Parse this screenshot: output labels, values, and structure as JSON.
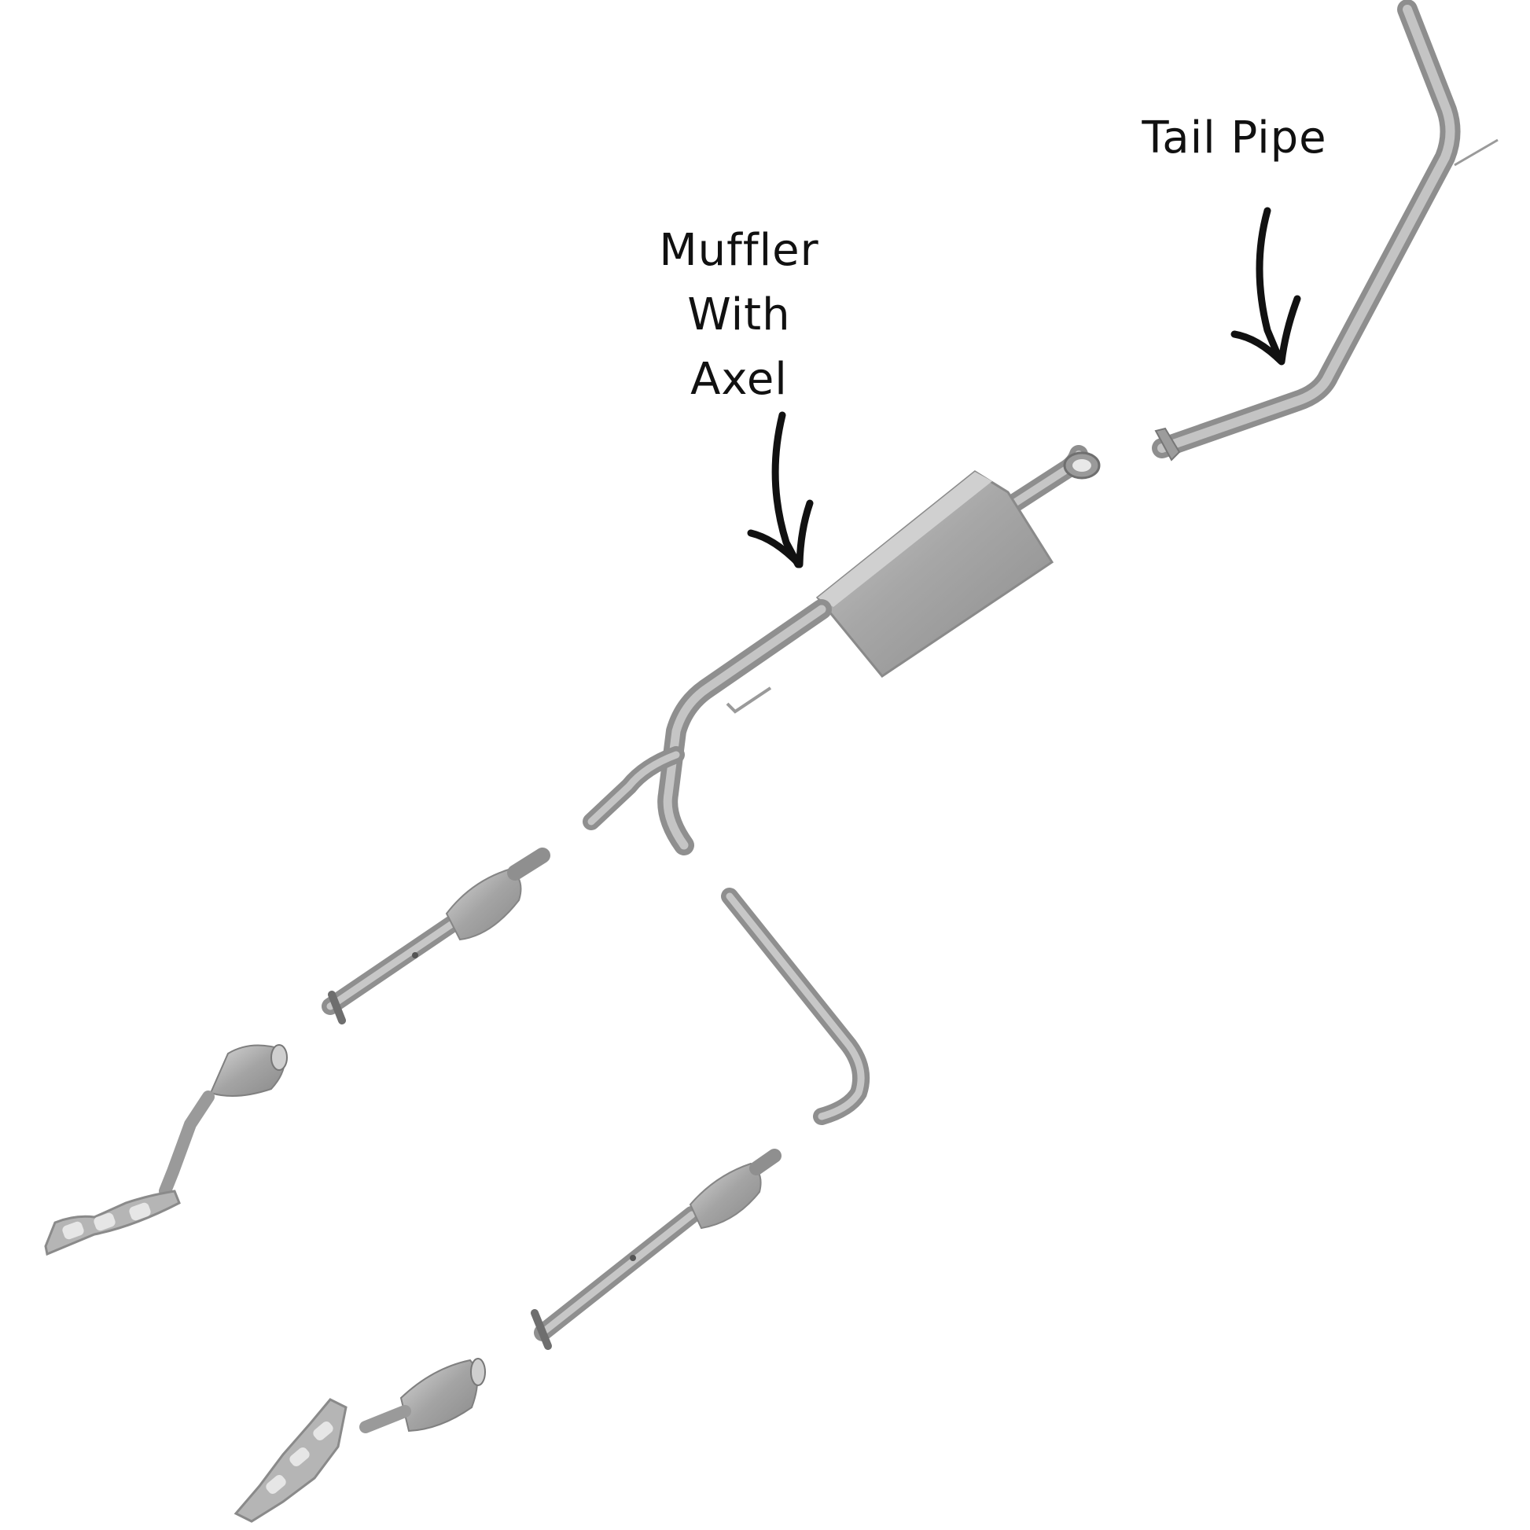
{
  "labels": {
    "tail_pipe": "Tail Pipe",
    "muffler_lines": [
      "Muffler",
      "With",
      "Axel"
    ]
  },
  "colors": {
    "background": "#ffffff",
    "text": "#111111",
    "pipe": "#a9a9a9",
    "pipe_dark": "#7f7f7f",
    "pipe_light": "#d4d4d4"
  }
}
